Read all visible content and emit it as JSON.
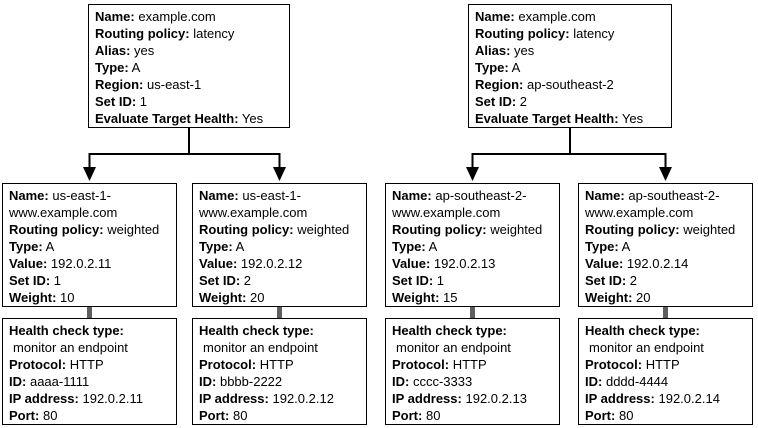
{
  "colors": {
    "line": "#000000",
    "connector_gray": "#5f5f5f",
    "box_border": "#000000",
    "background": "#ffffff"
  },
  "labels": {
    "name": "Name:",
    "routing_policy": "Routing policy:",
    "alias": "Alias:",
    "type": "Type:",
    "region": "Region:",
    "set_id": "Set ID:",
    "evaluate_target_health": "Evaluate Target Health:",
    "value": "Value:",
    "weight": "Weight:",
    "health_check_type": "Health check type:",
    "protocol": "Protocol:",
    "id": "ID:",
    "ip_address": "IP address:",
    "port": "Port:"
  },
  "latency_records": [
    {
      "name": "example.com",
      "routing_policy": "latency",
      "alias": "yes",
      "type": "A",
      "region": "us-east-1",
      "set_id": "1",
      "evaluate_target_health": "Yes"
    },
    {
      "name": "example.com",
      "routing_policy": "latency",
      "alias": "yes",
      "type": "A",
      "region": "ap-southeast-2",
      "set_id": "2",
      "evaluate_target_health": "Yes"
    }
  ],
  "weighted_records": [
    {
      "name": "us-east-1-www.example.com",
      "routing_policy": "weighted",
      "type": "A",
      "value": "192.0.2.11",
      "set_id": "1",
      "weight": "10"
    },
    {
      "name": "us-east-1-www.example.com",
      "routing_policy": "weighted",
      "type": "A",
      "value": "192.0.2.12",
      "set_id": "2",
      "weight": "20"
    },
    {
      "name": "ap-southeast-2-www.example.com",
      "routing_policy": "weighted",
      "type": "A",
      "value": "192.0.2.13",
      "set_id": "1",
      "weight": "15"
    },
    {
      "name": "ap-southeast-2-www.example.com",
      "routing_policy": "weighted",
      "type": "A",
      "value": "192.0.2.14",
      "set_id": "2",
      "weight": "20"
    }
  ],
  "health_checks": [
    {
      "type": "monitor an endpoint",
      "protocol": "HTTP",
      "id": "aaaa-1111",
      "ip_address": "192.0.2.11",
      "port": "80"
    },
    {
      "type": "monitor an endpoint",
      "protocol": "HTTP",
      "id": "bbbb-2222",
      "ip_address": "192.0.2.12",
      "port": "80"
    },
    {
      "type": "monitor an endpoint",
      "protocol": "HTTP",
      "id": "cccc-3333",
      "ip_address": "192.0.2.13",
      "port": "80"
    },
    {
      "type": "monitor an endpoint",
      "protocol": "HTTP",
      "id": "dddd-4444",
      "ip_address": "192.0.2.14",
      "port": "80"
    }
  ]
}
